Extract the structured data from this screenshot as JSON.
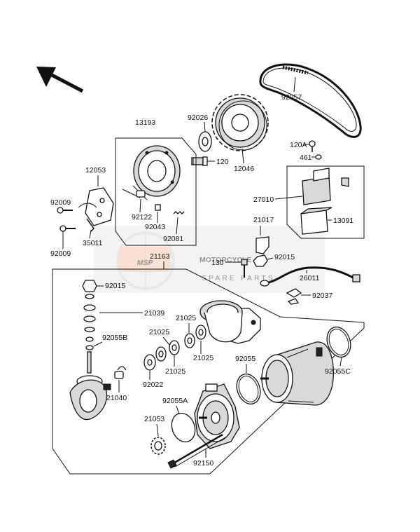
{
  "watermark": {
    "brand_line1": "MOTORCYCLE",
    "brand_line2": "SPARE PARTS",
    "logo_text": "MSP"
  },
  "parts": {
    "p92057": "92057",
    "p13193": "13193",
    "p92026": "92026",
    "p120A": "120A",
    "p461": "461",
    "p12053": "12053",
    "p120": "120",
    "p12046": "12046",
    "p27010": "27010",
    "p92009a": "92009",
    "p92122": "92122",
    "p92043": "92043",
    "p92081": "92081",
    "p21017": "21017",
    "p13091": "13091",
    "p35011": "35011",
    "p92009b": "92009",
    "p21163": "21163",
    "p130": "130",
    "p92015a": "92015",
    "p26011": "26011",
    "p92015b": "92015",
    "p92037": "92037",
    "p21039": "21039",
    "p21025a": "21025",
    "p21025b": "21025",
    "p21025c": "21025",
    "p21025d": "21025",
    "p92055B": "92055B",
    "p92055": "92055",
    "p92055C": "92055C",
    "p92022": "92022",
    "p21040": "21040",
    "p92055A": "92055A",
    "p21053": "21053",
    "p92150": "92150"
  }
}
